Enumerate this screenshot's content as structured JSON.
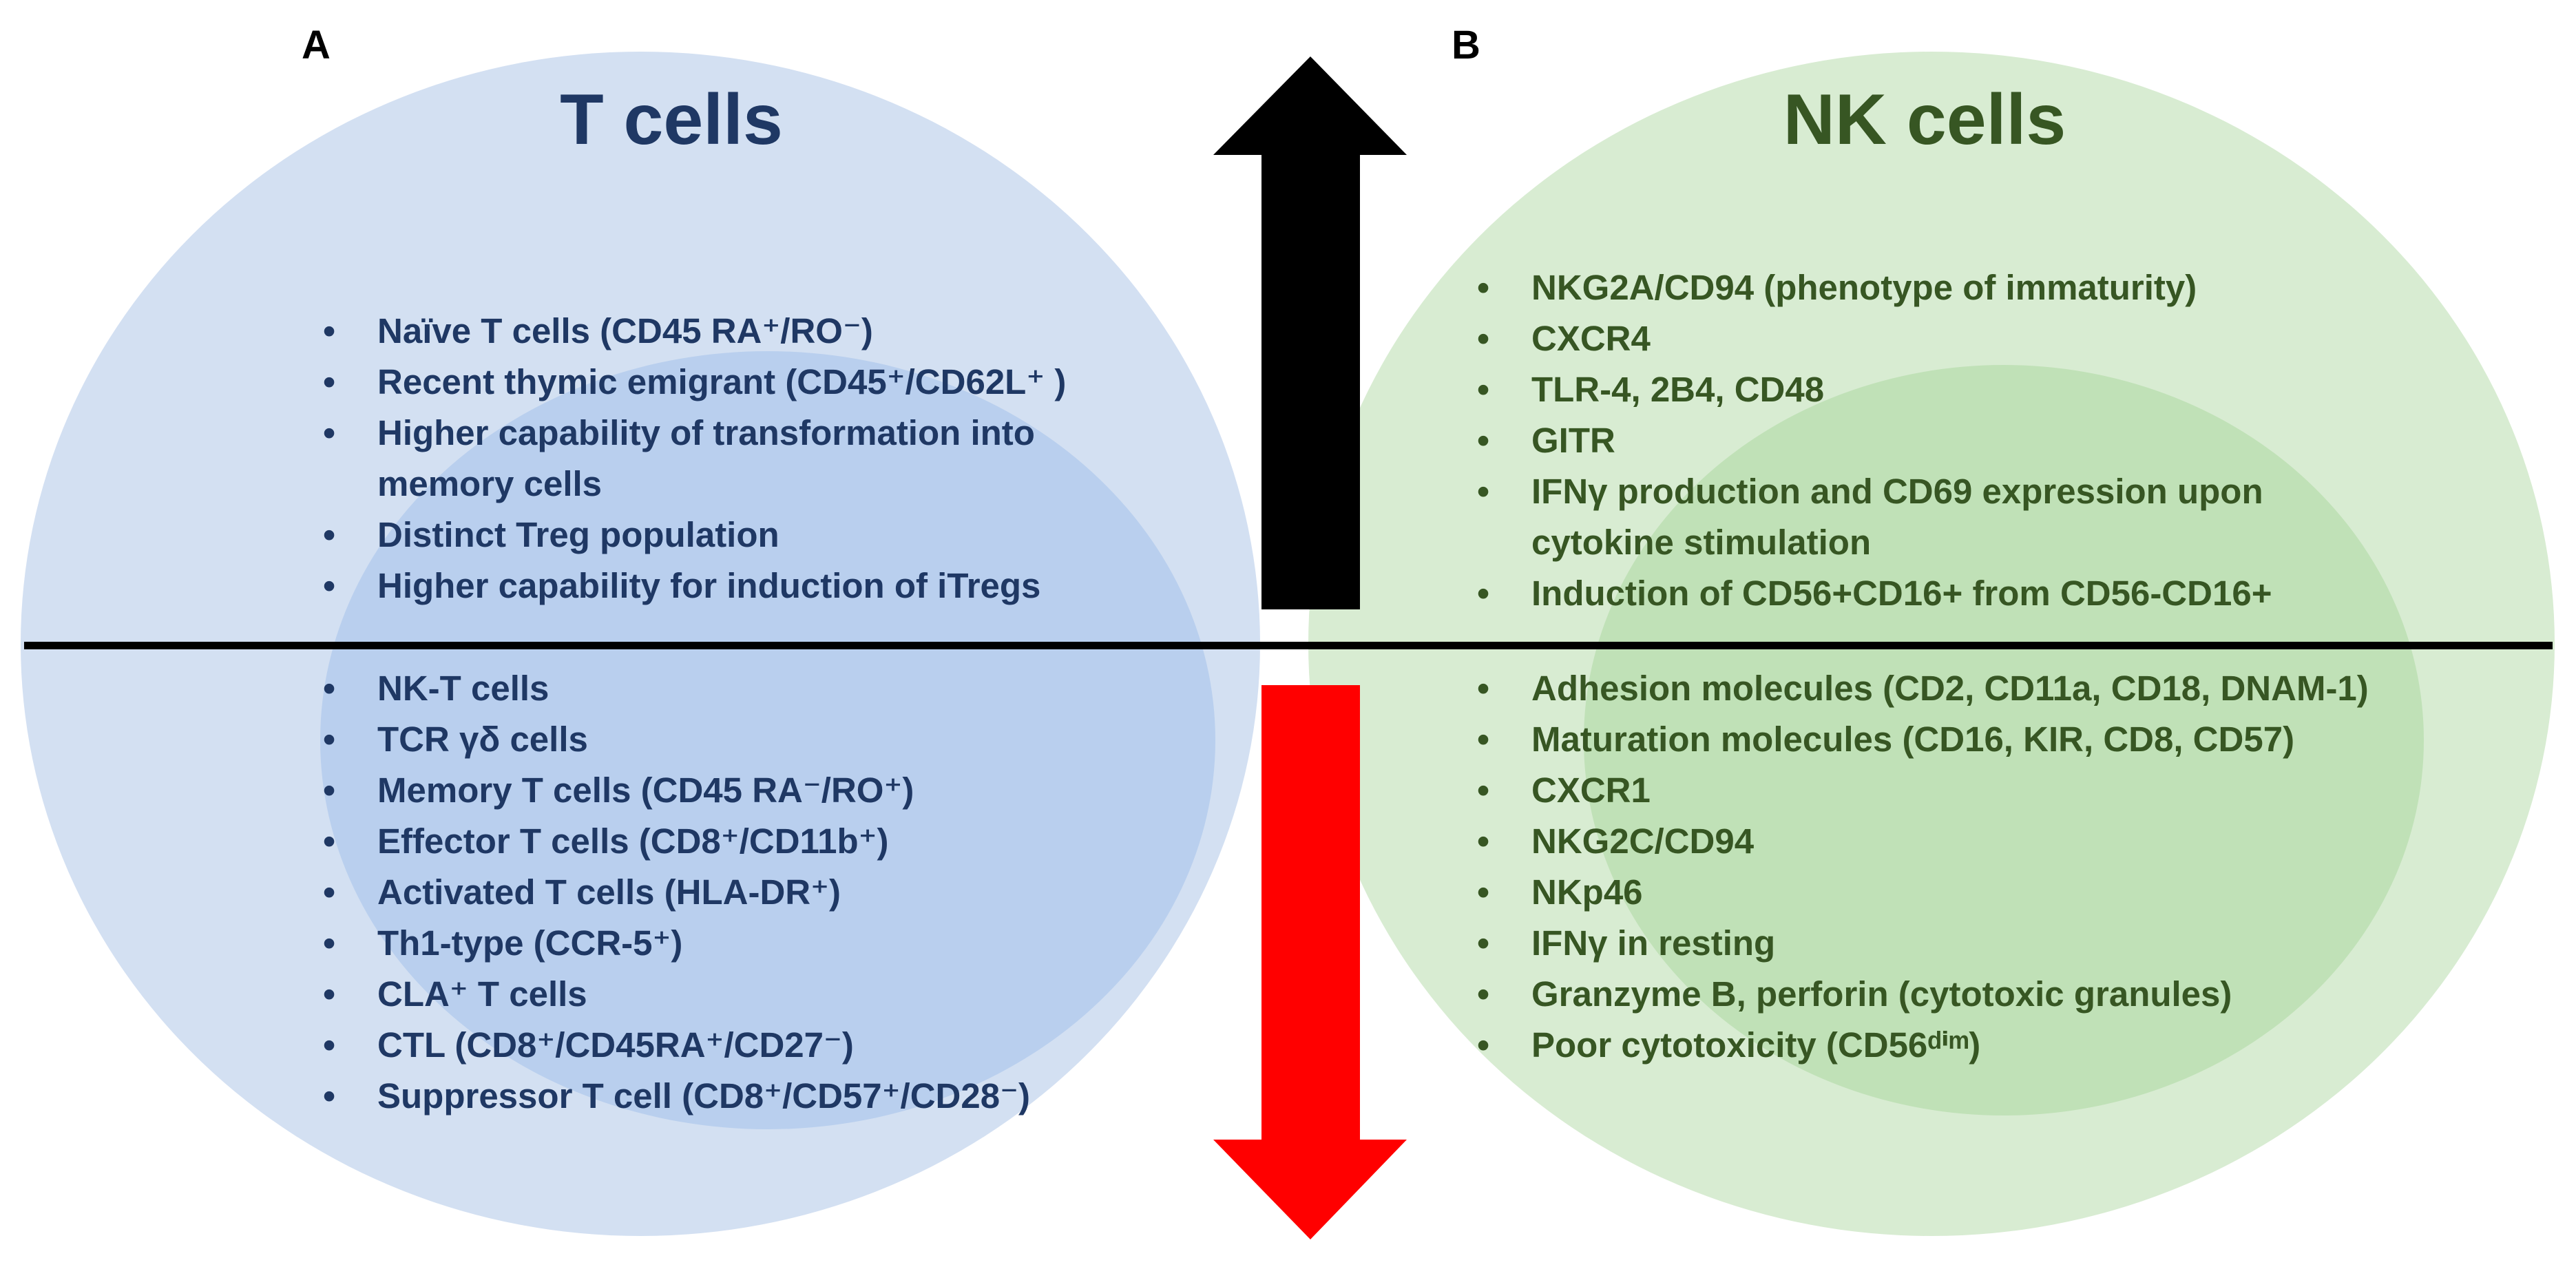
{
  "panels": {
    "a": {
      "letter": "A",
      "title": "T cells",
      "color": "#1f3864",
      "circle_outer": "#d3e0f2",
      "circle_inner": "#b8cfee",
      "top_items": [
        "Naïve T cells (CD45 RA⁺/RO⁻)",
        "Recent thymic emigrant (CD45⁺/CD62L⁺ )",
        "Higher capability of transformation into memory cells",
        "Distinct Treg population",
        "Higher capability for induction of iTregs"
      ],
      "bottom_items": [
        "NK-T cells",
        "TCR γδ cells",
        "Memory T cells (CD45 RA⁻/RO⁺)",
        "Effector T cells (CD8⁺/CD11b⁺)",
        "Activated T cells (HLA-DR⁺)",
        "Th1-type (CCR-5⁺)",
        "CLA⁺ T cells",
        "CTL (CD8⁺/CD45RA⁺/CD27⁻)",
        "Suppressor T cell (CD8⁺/CD57⁺/CD28⁻)"
      ]
    },
    "b": {
      "letter": "B",
      "title": "NK cells",
      "color": "#375623",
      "circle_outer": "#d7ebd1",
      "circle_inner": "#bfe0b6",
      "top_items": [
        "NKG2A/CD94 (phenotype of immaturity)",
        "CXCR4",
        "TLR-4, 2B4, CD48",
        "GITR",
        "IFNγ production and CD69 expression upon cytokine stimulation",
        "Induction of CD56+CD16+ from CD56-CD16+"
      ],
      "bottom_items": [
        "Adhesion molecules (CD2, CD11a, CD18, DNAM-1)",
        "Maturation molecules (CD16, KIR, CD8, CD57)",
        "CXCR1",
        "NKG2C/CD94",
        "NKp46",
        "IFNγ in resting",
        "Granzyme B, perforin (cytotoxic granules)",
        "Poor cytotoxicity (CD56ᵈⁱᵐ)"
      ]
    }
  },
  "arrows": {
    "up_color": "#000000",
    "down_color": "#ff0000"
  },
  "bullet_char": "•"
}
